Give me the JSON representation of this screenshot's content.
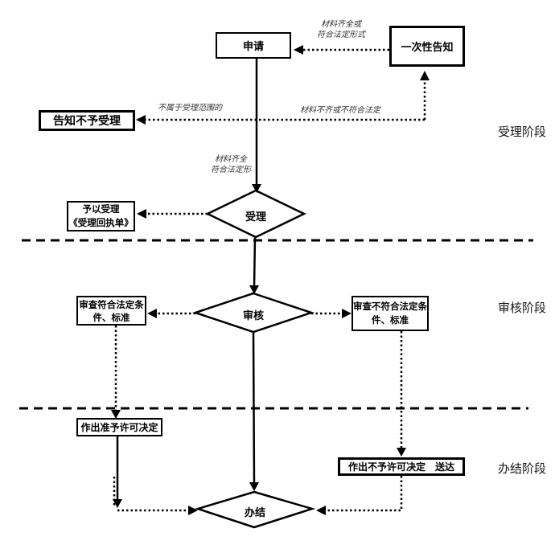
{
  "nodes": {
    "apply": {
      "label": "申请"
    },
    "one_time_notice": {
      "label": "一次性告知"
    },
    "notify_rejection": {
      "label": "告知不予受理"
    },
    "accept": {
      "label": "受理"
    },
    "grant_acceptance": {
      "line1": "予以受理",
      "line2": "《受理回执单》"
    },
    "review": {
      "label": "审核"
    },
    "review_pass": {
      "line1": "审查符合法定条",
      "line2": "件、标准"
    },
    "review_fail": {
      "line1": "审查不符合法定条",
      "line2": "件、标准"
    },
    "grant_decision": {
      "label": "作出准予许可决定"
    },
    "deny_decision": {
      "label": "作出不予许可决定　送达"
    },
    "complete": {
      "label": "办结"
    }
  },
  "edge_labels": {
    "materials_ok_form": {
      "line1": "材料齐全或",
      "line2": "符合法定形式"
    },
    "not_in_scope": {
      "label": "不属于受理范围的"
    },
    "materials_incomplete": {
      "label": "材料不齐或不符合法定"
    },
    "materials_ok": {
      "line1": "材料齐全",
      "line2": "符合法定形"
    }
  },
  "stages": [
    {
      "label": "受理阶段"
    },
    {
      "label": "审核阶段"
    },
    {
      "label": "办结阶段"
    }
  ],
  "colors": {
    "line": "#000000",
    "background": "#ffffff",
    "edge_label_text": "#333333"
  }
}
